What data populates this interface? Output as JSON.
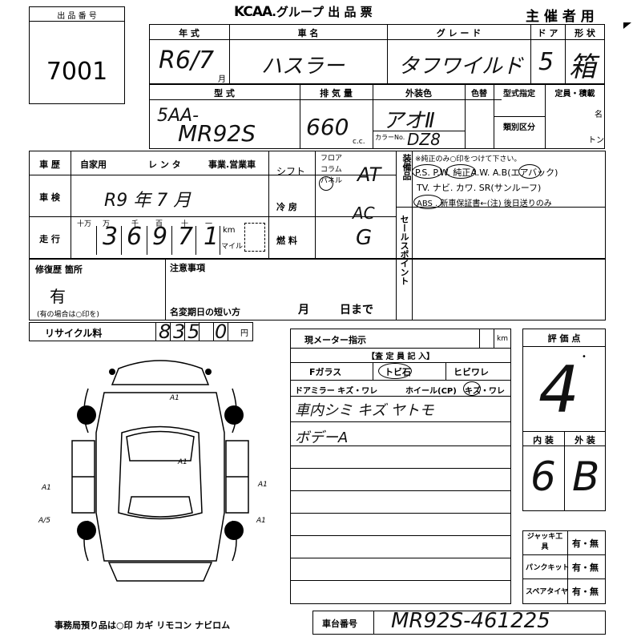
{
  "header": {
    "lot_label": "出 品 番 号",
    "lot_number": "7001",
    "brand": "KCAA",
    "brand_suffix": ".グループ 出 品 票",
    "sponsor_label": "主 催 者 用"
  },
  "vehicle": {
    "year_label": "年 式",
    "year_value": "R6/7",
    "year_unit": "月",
    "name_label": "車 名",
    "name_value": "ハスラー",
    "grade_label": "グ レ ー ド",
    "grade_value": "タフワイルド",
    "door_label": "ド ア",
    "door_value": "5",
    "shape_label": "形 状",
    "shape_value": "箱",
    "model_label": "型 式",
    "model_value_1": "5AA-",
    "model_value_2": "MR92S",
    "displacement_label": "排 気 量",
    "displacement_value": "660",
    "displacement_unit": "c.c.",
    "color_label": "外装色",
    "color_value": "アオⅡ",
    "color_no_label": "色替",
    "color_code_label": "カラーNo.",
    "color_code_value": "DZ8",
    "type_designation_label": "型式指定",
    "category_label": "類別区分",
    "capacity_label": "定員・積載",
    "capacity_unit1": "名",
    "capacity_unit2": "トン"
  },
  "history": {
    "label": "車 歴",
    "options": [
      "自家用",
      "レ ン タ",
      "事業.営業車"
    ]
  },
  "shift": {
    "label": "シフト",
    "options": [
      "フロア",
      "コラム",
      "パネル"
    ],
    "value": "AT"
  },
  "inspection": {
    "label": "車 検",
    "value": "R9 年 7 月"
  },
  "ac": {
    "label": "冷 房",
    "value": "AC"
  },
  "mileage": {
    "label": "走 行",
    "digit_labels": [
      "十万",
      "万",
      "千",
      "百",
      "十",
      "一"
    ],
    "digits": [
      "3",
      "6",
      "9",
      "7",
      "1"
    ],
    "unit1": "km",
    "unit2": "マイル"
  },
  "fuel": {
    "label": "燃 料",
    "value": "G"
  },
  "equipment": {
    "label": "装備品",
    "note": "※純正のみ○印をつけて下さい。",
    "line1": "P.S. P.W. 純正A.W. A.B(エアバック)",
    "line2": "TV. ナビ. カワ. SR(サンルーフ)",
    "line3": "ABS . 新車保証書←(注) 後日送りのみ"
  },
  "sales_point": {
    "label": "セールスポイント"
  },
  "repair": {
    "label": "修復歴 箇所",
    "value": "有",
    "note": "(有の場合は○印を)"
  },
  "notes": {
    "label": "注意事項",
    "name_change_label": "名変期日の短い方",
    "month": "月",
    "day": "日まで"
  },
  "recycle": {
    "label": "リサイクル料",
    "digits": [
      "8",
      "3",
      "5",
      "0"
    ],
    "unit": "円"
  },
  "meter": {
    "label": "現メーター指示",
    "unit": "km"
  },
  "inspector": {
    "label": "【査 定 員 記 入】",
    "f_glass": "Fガラス",
    "tobi_ishi": "トビ石",
    "hibi_ware": "ヒビワレ",
    "door_mirror": "ドアミラー キズ・ワレ",
    "wheel": "ホイール(CP)",
    "wheel_damage": "キズ・ワレ",
    "comments": [
      "車内シミ キズ ヤトモ",
      "ボデーA"
    ]
  },
  "score": {
    "label": "評 価 点",
    "value": "4",
    "interior_label": "内 装",
    "interior_value": "6",
    "exterior_label": "外 装",
    "exterior_value": "B"
  },
  "accessories": {
    "items": [
      {
        "label": "ジャッキ工具",
        "value": "有・無"
      },
      {
        "label": "パンクキット",
        "value": "有・無"
      },
      {
        "label": "スペアタイヤ",
        "value": "有・無"
      }
    ]
  },
  "diagram": {
    "marks": [
      "A1",
      "A1",
      "A1",
      "A/5",
      "A1"
    ]
  },
  "footer": {
    "note": "事務局預り品は○印 カギ リモコン ナビロム",
    "chassis_label": "車台番号",
    "chassis_value": "MR92S-461225"
  }
}
